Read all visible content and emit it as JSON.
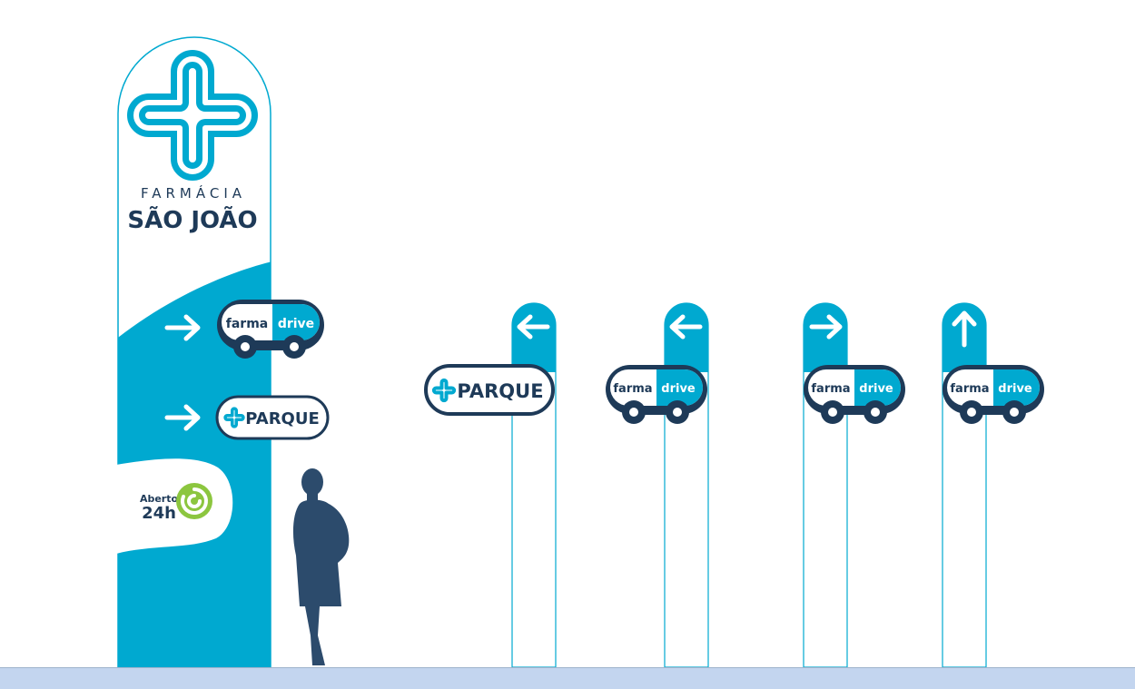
{
  "colors": {
    "cyan": "#00a9d0",
    "navy": "#1e3a58",
    "green": "#8cc63f",
    "ground": "#c3d5ef",
    "white": "#ffffff"
  },
  "totem": {
    "brand_top": "FARMÁCIA",
    "brand_bottom": "SÃO JOÃO",
    "farma_label": "farma",
    "drive_label": "drive",
    "parque_label": "PARQUE",
    "aberto_label": "Aberto",
    "hours_label": "24h",
    "arrow_drive": "right",
    "arrow_parque": "right"
  },
  "signs": [
    {
      "type": "parque",
      "label": "PARQUE",
      "arrow": "left"
    },
    {
      "type": "farmadrive",
      "farma": "farma",
      "drive": "drive",
      "arrow": "left"
    },
    {
      "type": "farmadrive",
      "farma": "farma",
      "drive": "drive",
      "arrow": "right"
    },
    {
      "type": "farmadrive",
      "farma": "farma",
      "drive": "drive",
      "arrow": "up"
    }
  ],
  "icons": [
    "cross-logo-icon",
    "arrow-right-icon",
    "arrow-left-icon",
    "arrow-up-icon",
    "car-wheel-icon",
    "swirl-icon"
  ]
}
